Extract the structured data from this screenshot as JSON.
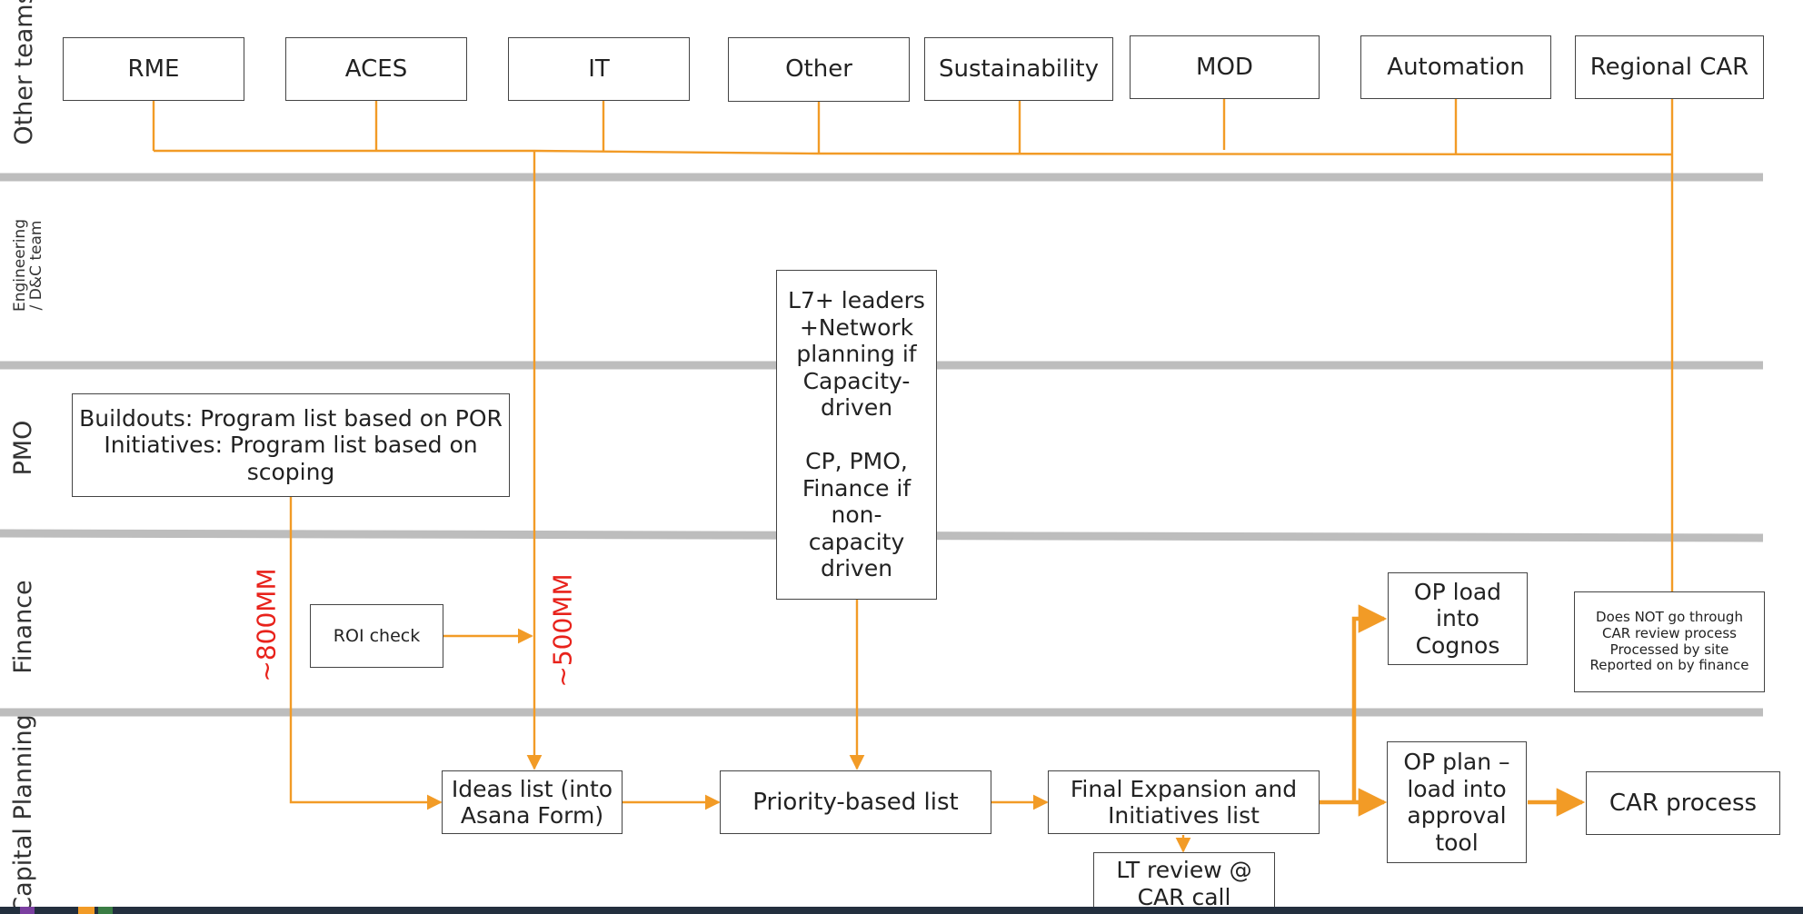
{
  "lanes": {
    "other": "Other teams",
    "engineering": "Engineering\n/ D&C team",
    "pmo": "PMO",
    "finance": "Finance",
    "capital": "Capital Planning"
  },
  "teams": [
    "RME",
    "ACES",
    "IT",
    "Other",
    "Sustainability",
    "MOD",
    "Automation",
    "Regional CAR"
  ],
  "boxes": {
    "program_list": "Buildouts: Program list based on POR\nInitiatives: Program list based on\nscoping",
    "leaders": "L7+ leaders\n+Network\nplanning if\nCapacity-\ndriven\n\nCP, PMO,\nFinance if\nnon-\ncapacity\ndriven",
    "roi": "ROI check",
    "op_load": "OP load\ninto\nCognos",
    "not_car": "Does NOT go through\nCAR review process\nProcessed by site\nReported on by finance",
    "ideas": "Ideas list (into\nAsana Form)",
    "priority": "Priority-based list",
    "final": "Final Expansion and\nInitiatives list",
    "lt_review": "LT review @\nCAR call",
    "op_plan": "OP plan –\nload into\napproval\ntool",
    "car": "CAR process"
  },
  "amounts": {
    "left": "~800MM",
    "right": "~500MM"
  },
  "colors": {
    "connector": "#f29b26",
    "divider": "#bdbdbd",
    "box_border": "#444444",
    "amount": "#e8221b"
  }
}
